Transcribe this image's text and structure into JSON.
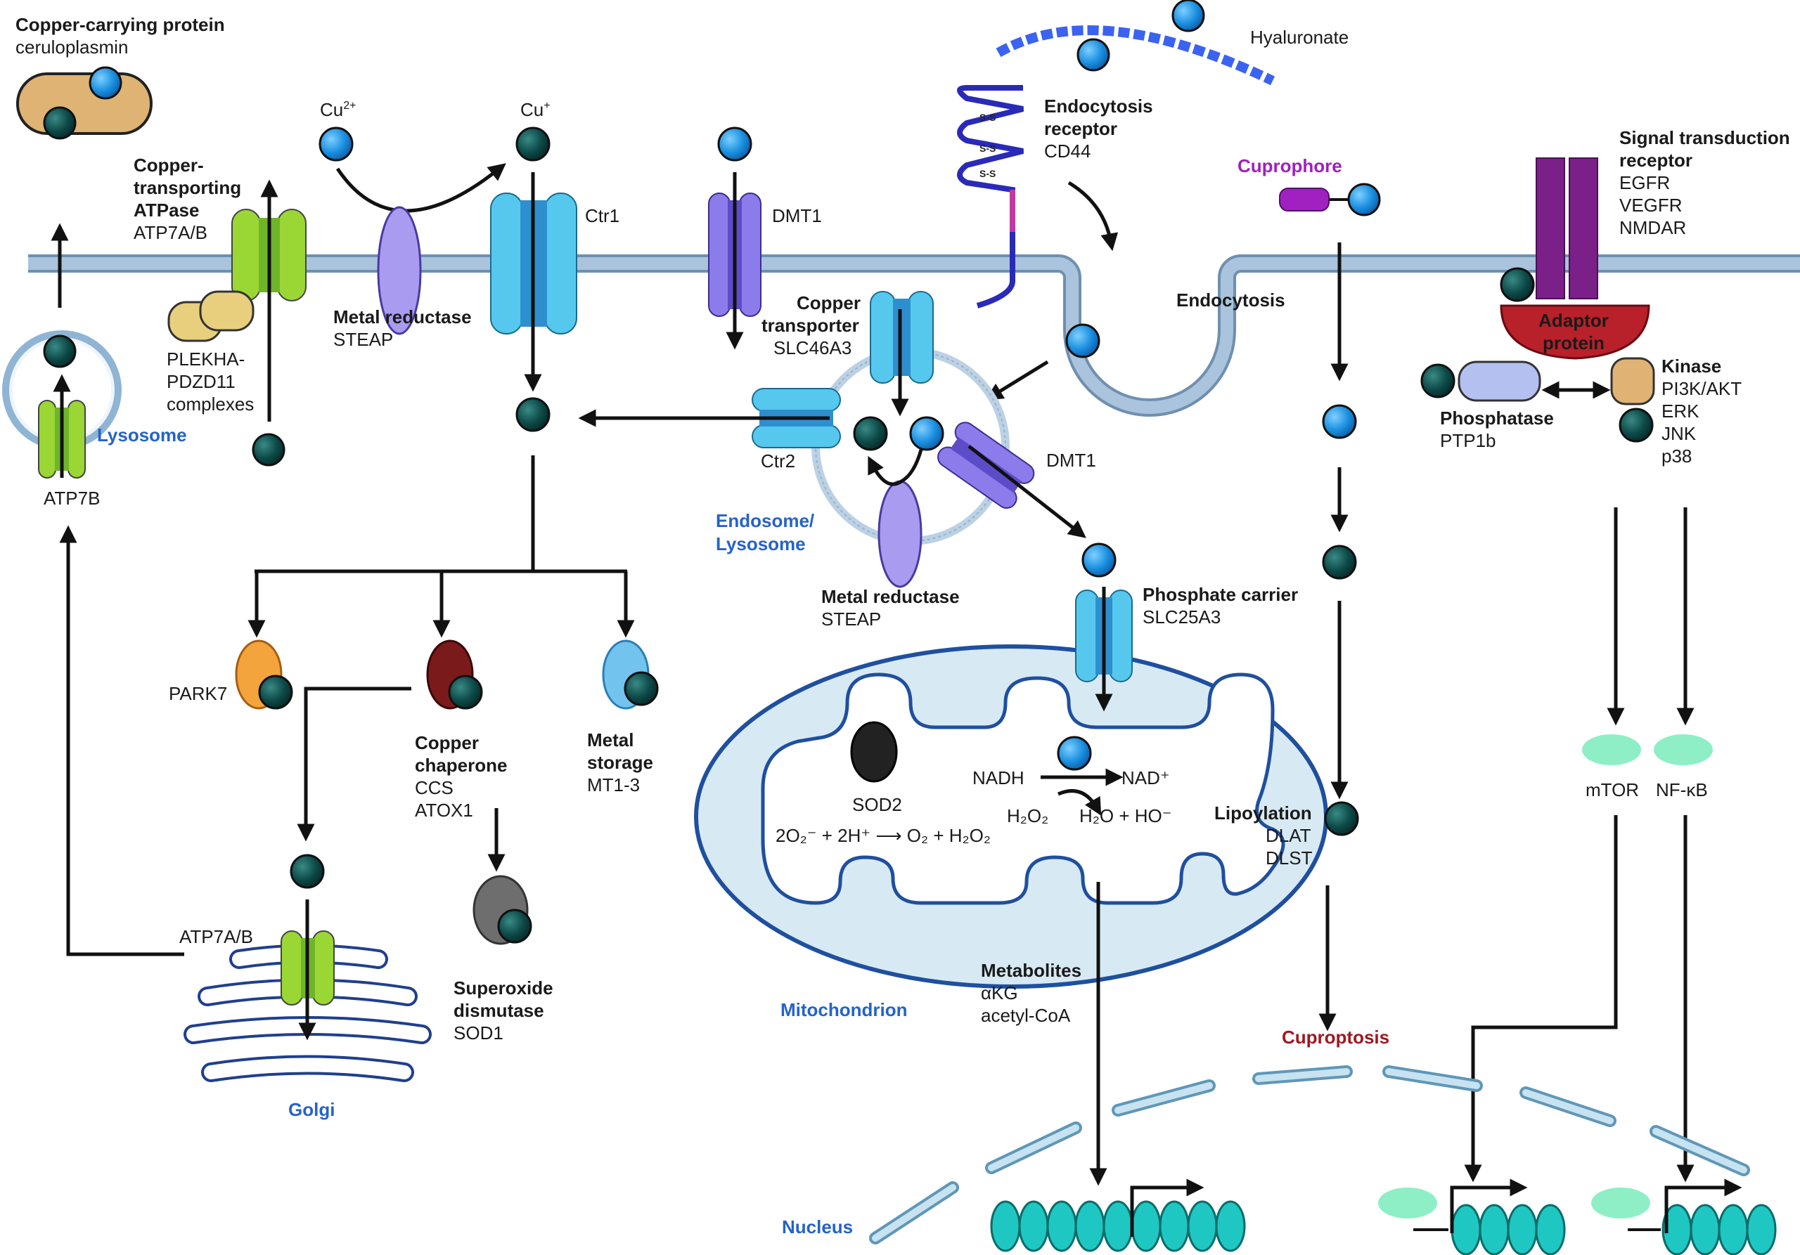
{
  "colors": {
    "cu2": "#1b8fe0",
    "cu1": "#0d4a48",
    "membrane": "#a9c4dc",
    "green_transporter": "#9ad735",
    "blue_channel": "#4fc3ea",
    "violet_channel": "#8c7bea",
    "label_blue": "#2563c9",
    "label_purple": "#a020c0",
    "label_red": "#a01822"
  },
  "ceruloplasmin": {
    "title": "Copper-carrying protein",
    "sub": "ceruloplasmin"
  },
  "atpase": {
    "l1": "Copper-",
    "l2": "transporting",
    "l3": "ATPase",
    "sub": "ATP7A/B"
  },
  "plekha": {
    "l1": "PLEKHA-",
    "l2": "PDZD11",
    "l3": "complexes"
  },
  "lysosome_label": "Lysosome",
  "atp7b_label": "ATP7B",
  "cu2_label": "Cu",
  "cu2_sup": "2+",
  "cu1_label": "Cu",
  "cu1_sup": "+",
  "steap_top": {
    "title": "Metal reductase",
    "sub": "STEAP"
  },
  "ctr1_label": "Ctr1",
  "dmt1_top_label": "DMT1",
  "cd44": {
    "l1": "Endocytosis",
    "l2": "receptor",
    "sub": "CD44",
    "ss": "S-S"
  },
  "hyaluronate_label": "Hyaluronate",
  "endocytosis_label": "Endocytosis",
  "cuprophore_label": "Cuprophore",
  "slc46a3": {
    "l1": "Copper",
    "l2": "transporter",
    "sub": "SLC46A3"
  },
  "ctr2_label": "Ctr2",
  "dmt1_endo_label": "DMT1",
  "endosome": {
    "l1": "Endosome/",
    "l2": "Lysosome"
  },
  "steap_endo": {
    "title": "Metal reductase",
    "sub": "STEAP"
  },
  "slc25a3": {
    "title": "Phosphate carrier",
    "sub": "SLC25A3"
  },
  "signal": {
    "l1": "Signal transduction",
    "l2": "receptor",
    "items": [
      "EGFR",
      "VEGFR",
      "NMDAR"
    ]
  },
  "adaptor": {
    "l1": "Adaptor",
    "l2": "protein"
  },
  "kinase": {
    "title": "Kinase",
    "items": [
      "PI3K/AKT",
      "ERK",
      "JNK",
      "p38"
    ]
  },
  "phosphatase": {
    "title": "Phosphatase",
    "sub": "PTP1b"
  },
  "park7_label": "PARK7",
  "chaperone": {
    "title1": "Copper",
    "title2": "chaperone",
    "items": [
      "CCS",
      "ATOX1"
    ]
  },
  "storage": {
    "title1": "Metal",
    "title2": "storage",
    "sub": "MT1-3"
  },
  "sod1": {
    "title1": "Superoxide",
    "title2": "dismutase",
    "sub": "SOD1"
  },
  "golgi": {
    "transporter": "ATP7A/B",
    "label": "Golgi"
  },
  "mito": {
    "sod2": "SOD2",
    "reaction1": "2O₂⁻ + 2H⁺ ⟶ O₂ + H₂O₂",
    "nadh": "NADH",
    "nad": "NAD⁺",
    "h2o2": "H₂O₂",
    "h2o_ho": "H₂O + HO⁻",
    "lipoylation": "Lipoylation",
    "lip_items": [
      "DLAT",
      "DLST"
    ],
    "label": "Mitochondrion"
  },
  "metabolites": {
    "title": "Metabolites",
    "items": [
      "αKG",
      "acetyl-CoA"
    ]
  },
  "cuproptosis_label": "Cuproptosis",
  "mtor_label": "mTOR",
  "nfkb_label": "NF-κB",
  "nucleus_label": "Nucleus"
}
